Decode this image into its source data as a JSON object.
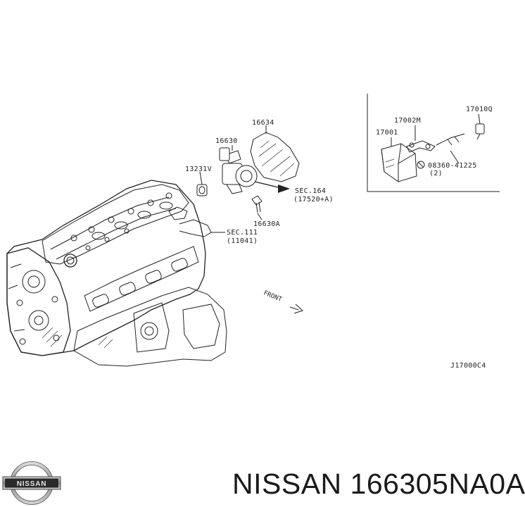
{
  "diagram": {
    "labels": {
      "p16634": "16634",
      "p16630": "16630",
      "p13231v": "13231V",
      "sec164": "SEC.164",
      "sec164_ref": "(17520+A)",
      "p16630a": "16630A",
      "sec111": "SEC.111",
      "sec111_ref": "(11041)",
      "front": "FRONT",
      "p17001": "17001",
      "p17002m": "17002M",
      "p17010q": "17010Q",
      "screw": "08360-41225",
      "screw_qty": "(2)",
      "drawing_code": "J17000C4"
    }
  },
  "caption": {
    "text": "NISSAN 166305NA0A"
  },
  "logo": {
    "text": "NISSAN"
  }
}
